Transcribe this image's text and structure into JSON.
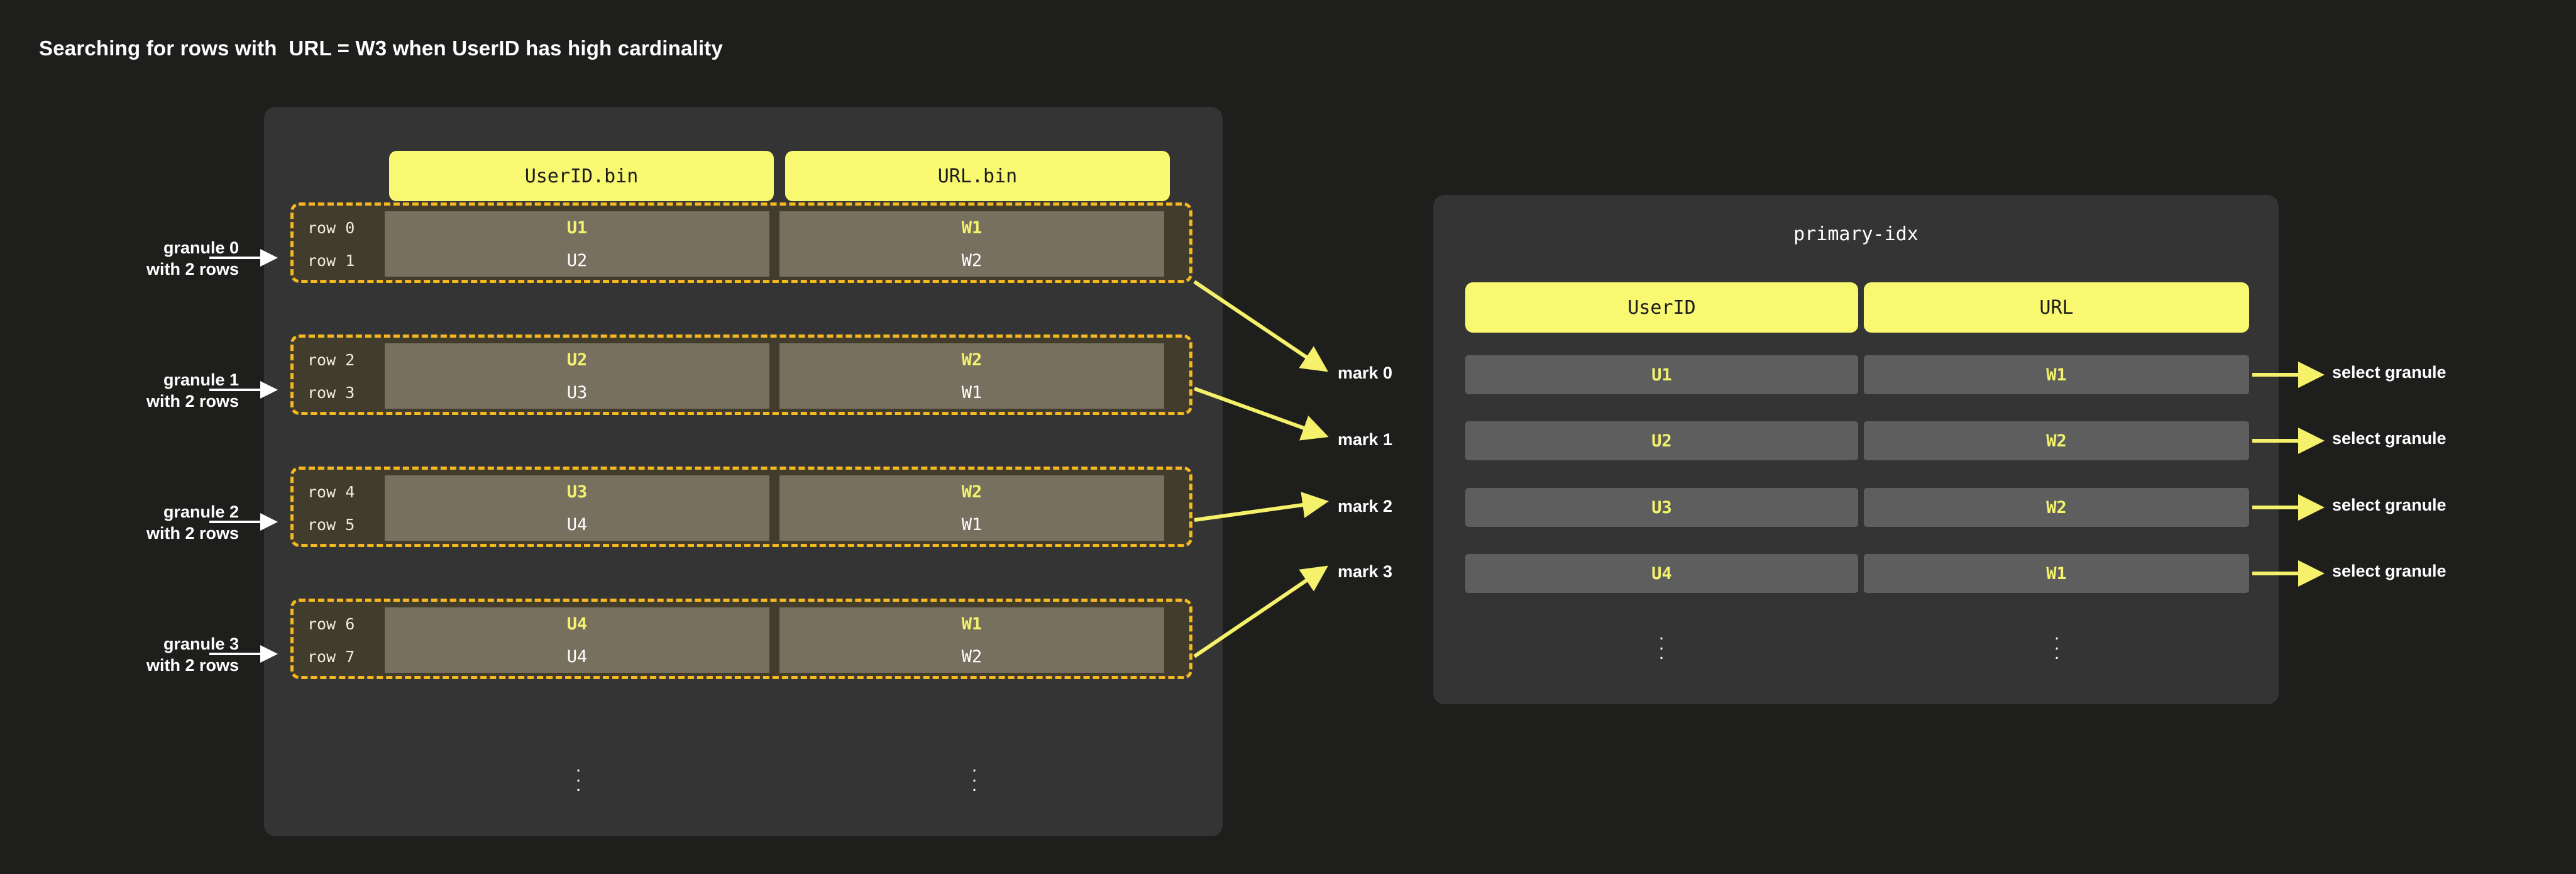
{
  "title": "Searching for rows with  URL = W3 when UserID has high cardinality",
  "colors": {
    "page_bg": "#1e1f1c",
    "panel_bg": "#343434",
    "accent_yellow": "#f9f871",
    "granule_border": "#f5b821",
    "granule_bg": "#413c2c",
    "data_cell_bg": "#78705f",
    "index_cell_bg": "#5e5e5e",
    "mark_text": "#f4f36e",
    "arrow": "#f5f16a",
    "text": "#ffffff"
  },
  "data_part": {
    "columns": [
      {
        "id": "userid-bin",
        "label": "UserID.bin"
      },
      {
        "id": "url-bin",
        "label": "URL.bin"
      }
    ],
    "granules": [
      {
        "label": "granule 0\nwith 2 rows",
        "rows": [
          {
            "row_label": "row 0",
            "userid": "U1",
            "url": "W1",
            "is_mark": true
          },
          {
            "row_label": "row 1",
            "userid": "U2",
            "url": "W2",
            "is_mark": false
          }
        ]
      },
      {
        "label": "granule 1\nwith 2 rows",
        "rows": [
          {
            "row_label": "row 2",
            "userid": "U2",
            "url": "W2",
            "is_mark": true
          },
          {
            "row_label": "row 3",
            "userid": "U3",
            "url": "W1",
            "is_mark": false
          }
        ]
      },
      {
        "label": "granule 2\nwith 2 rows",
        "rows": [
          {
            "row_label": "row 4",
            "userid": "U3",
            "url": "W2",
            "is_mark": true
          },
          {
            "row_label": "row 5",
            "userid": "U4",
            "url": "W1",
            "is_mark": false
          }
        ]
      },
      {
        "label": "granule 3\nwith 2 rows",
        "rows": [
          {
            "row_label": "row 6",
            "userid": "U4",
            "url": "W1",
            "is_mark": true
          },
          {
            "row_label": "row 7",
            "userid": "U4",
            "url": "W2",
            "is_mark": false
          }
        ]
      }
    ],
    "ellipsis": "⋮"
  },
  "marks": [
    {
      "label": "mark 0"
    },
    {
      "label": "mark 1"
    },
    {
      "label": "mark 2"
    },
    {
      "label": "mark 3"
    }
  ],
  "index_part": {
    "title": "primary-idx",
    "columns": [
      {
        "id": "userid",
        "label": "UserID"
      },
      {
        "id": "url",
        "label": "URL"
      }
    ],
    "rows": [
      {
        "userid": "U1",
        "url": "W1",
        "action": "select granule"
      },
      {
        "userid": "U2",
        "url": "W2",
        "action": "select granule"
      },
      {
        "userid": "U3",
        "url": "W2",
        "action": "select granule"
      },
      {
        "userid": "U4",
        "url": "W1",
        "action": "select granule"
      }
    ],
    "ellipsis": "⋮"
  }
}
